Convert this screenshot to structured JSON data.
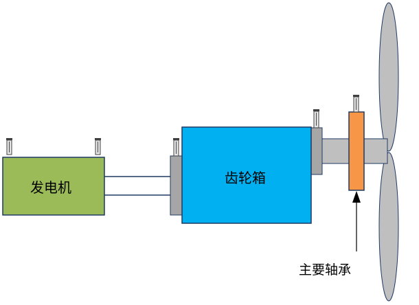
{
  "diagram": {
    "generator_label": "发电机",
    "gearbox_label": "齿轮箱",
    "main_bearing_label": "主要轴承"
  },
  "colors": {
    "generator_fill": "#9bbb59",
    "gearbox_fill": "#00b0f0",
    "bearing_fill": "#f79646",
    "shaft_fill": "#bfbfbf",
    "coupling_fill": "#a6a6a6",
    "blade_fill": "#bfbfbf"
  }
}
